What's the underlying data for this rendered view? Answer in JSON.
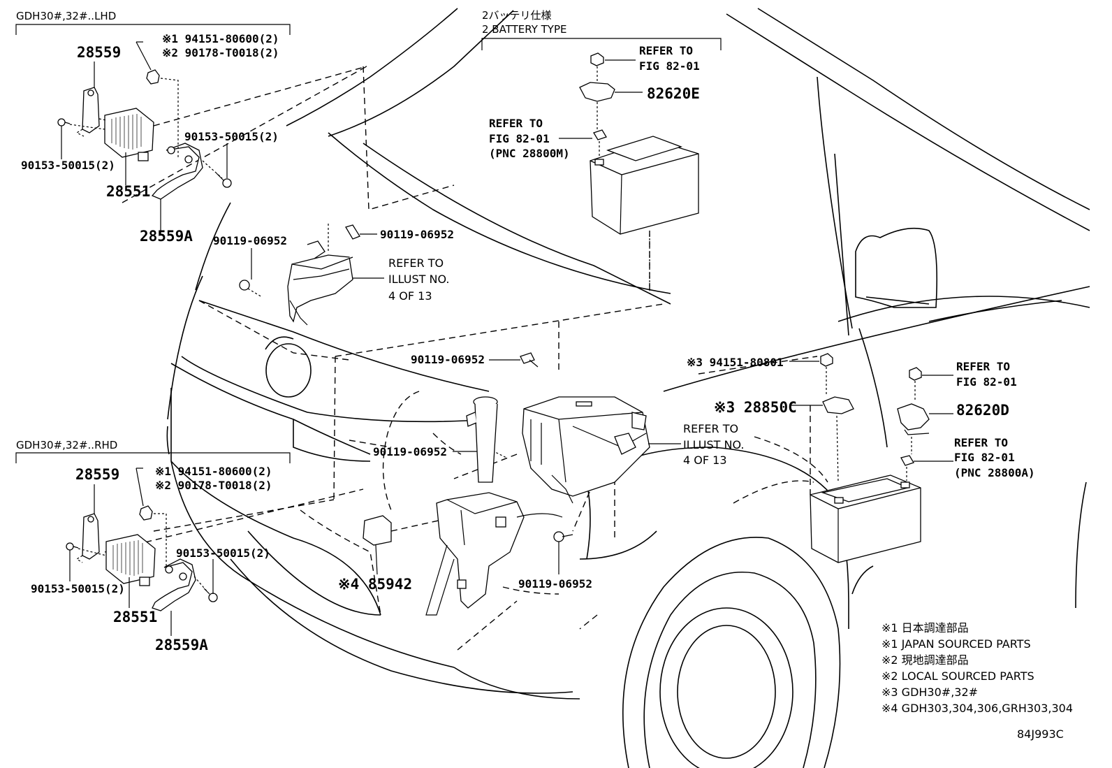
{
  "diagram": {
    "sections": {
      "lhd": "GDH30#,32#..LHD",
      "rhd": "GDH30#,32#..RHD",
      "battery_jp": "2バッテリ仕様",
      "battery_en": "2 BATTERY TYPE"
    },
    "lhd": {
      "p28559": "28559",
      "n1": "※1 94151-80600(2)",
      "n2": "※2 90178-T0018(2)",
      "bolt_right": "90153-50015(2)",
      "bolt_left": "90153-50015(2)",
      "p28551": "28551",
      "p28559a": "28559A"
    },
    "rhd": {
      "p28559": "28559",
      "n1": "※1 94151-80600(2)",
      "n2": "※2 90178-T0018(2)",
      "bolt_right": "90153-50015(2)",
      "bolt_left": "90153-50015(2)",
      "p28551": "28551",
      "p28559a": "28559A"
    },
    "middle": {
      "b1_left": "90119-06952",
      "b1_right": "90119-06952",
      "ref1": [
        "REFER TO",
        "ILLUST NO.",
        "4 OF 13"
      ],
      "b2": "90119-06952",
      "b3": "90119-06952",
      "b4": "90119-06952",
      "ref2": [
        "REFER TO",
        "ILLUST NO.",
        "4 OF 13"
      ],
      "p85942": "※4 85942"
    },
    "battery_top": {
      "ref_top": [
        "REFER TO",
        "FIG 82-01"
      ],
      "p82620e": "82620E",
      "ref_left": [
        "REFER TO",
        "FIG 82-01",
        "(PNC 28800M)"
      ]
    },
    "battery_right": {
      "n3_nut": "※3 94151-80801",
      "p28850c": "※3 28850C",
      "ref_a": [
        "REFER TO",
        "FIG 82-01"
      ],
      "p82620d": "82620D",
      "ref_b": [
        "REFER TO",
        "FIG 82-01",
        "(PNC 28800A)"
      ]
    },
    "notes": [
      "※1 日本調達部品",
      "※1 JAPAN SOURCED PARTS",
      "※2 現地調達部品",
      "※2 LOCAL SOURCED PARTS",
      "※3 GDH30#,32#",
      "※4 GDH303,304,306,GRH303,304"
    ],
    "code": "84J993C"
  }
}
